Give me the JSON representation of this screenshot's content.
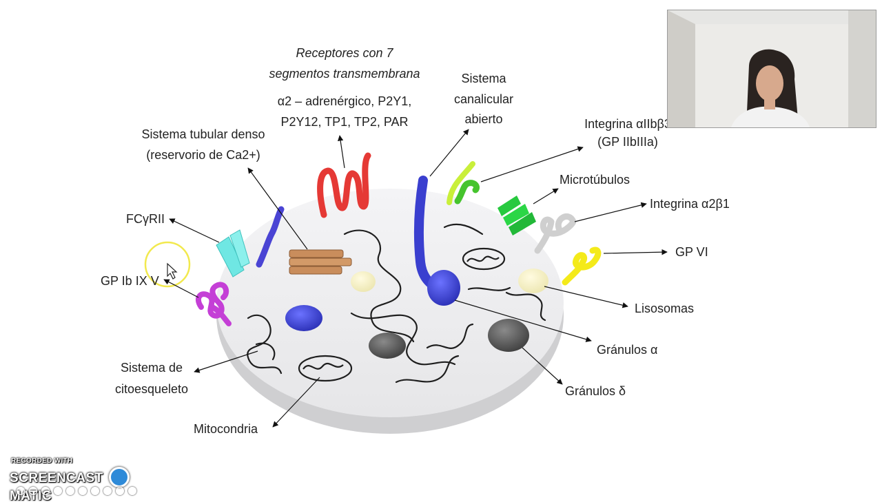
{
  "labels": {
    "receptores_title_1": "Receptores con 7",
    "receptores_title_2": "segmentos transmembrana",
    "receptores_list_1": "α2 – adrenérgico, P2Y1,",
    "receptores_list_2": "P2Y12, TP1, TP2, PAR",
    "sistema_canalicular_1": "Sistema",
    "sistema_canalicular_2": "canalicular",
    "sistema_canalicular_3": "abierto",
    "integrina_aiib_1": "Integrina αIIbβ3",
    "integrina_aiib_2": "(GP IIbIIIa)",
    "microtubulos": "Microtúbulos",
    "integrina_a2b1": "Integrina α2β1",
    "gp_vi": "GP VI",
    "lisosomas": "Lisosomas",
    "granulos_alfa": "Gránulos α",
    "granulos_delta": "Gránulos δ",
    "mitocondria": "Mitocondria",
    "sistema_cito_1": "Sistema de",
    "sistema_cito_2": "citoesqueleto",
    "gp_ib": "GP Ib IX V",
    "fcgrii": "FCγRII",
    "sistema_tubular_1": "Sistema tubular denso",
    "sistema_tubular_2": "(reservorio de Ca2+)"
  },
  "watermark": {
    "small": "RECORDED WITH",
    "brand_left": "SCREENCAST",
    "brand_right": "MATIC"
  },
  "colors": {
    "platelet_top": "#ececee",
    "platelet_side": "#d6d6d8",
    "receptor_red": "#e53935",
    "canalicular_blue": "#3a3fcf",
    "integrin_aiib": "#b6e62c",
    "microtubules_green": "#27c93f",
    "integrin_a2b1": "#c8c8c8",
    "gp_vi_yellow": "#f4ea1a",
    "lysosome": "#f8f4c8",
    "delta_granule": "#5c5c5c",
    "mitochondria_outline": "#222222",
    "fcgrii_cyan": "#6fe7e3",
    "gp_ib_magenta": "#c43fd6",
    "dense_tubular": "#c98d5c",
    "cursor_highlight": "#f2e94e"
  },
  "icons": {
    "cursor": "mouse-pointer-icon",
    "watermark_logo": "screencast-o-matic-logo-icon"
  }
}
